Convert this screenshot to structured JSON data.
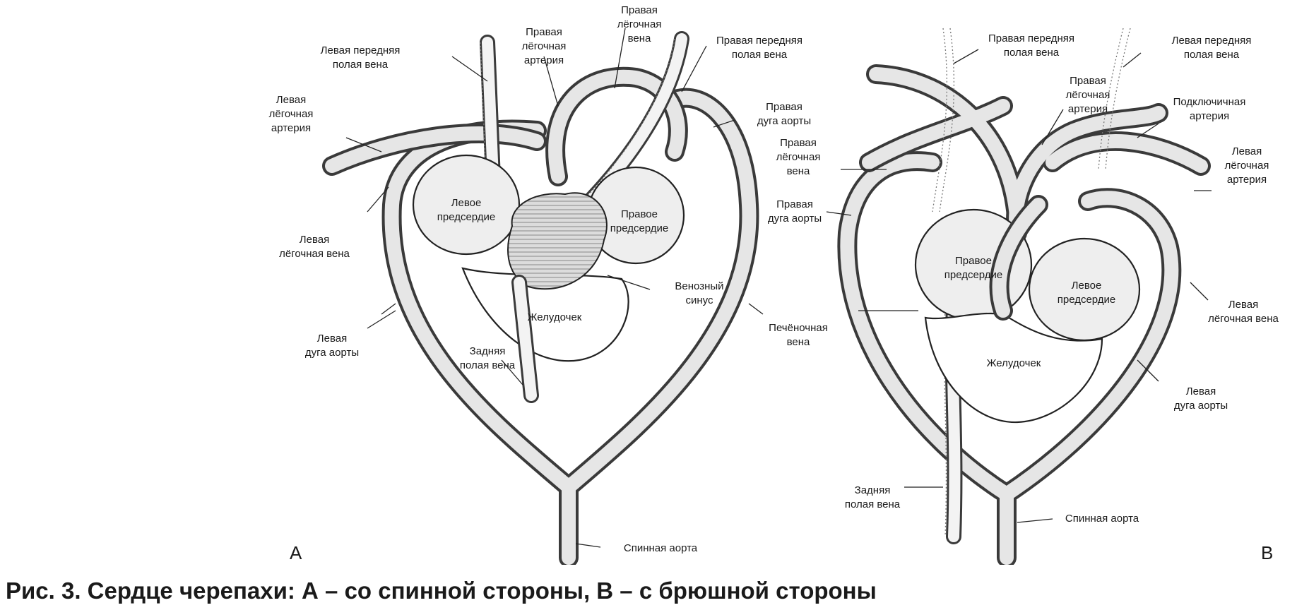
{
  "caption": "Рис. 3. Сердце черепахи: А – со спинной стороны, В – с брюшной стороны",
  "panel_a": {
    "letter": "А",
    "labels": {
      "left_anterior_vena_cava": [
        "Левая передняя",
        "полая вена"
      ],
      "right_pulmonary_artery": [
        "Правая",
        "лёгочная",
        "артерия"
      ],
      "right_pulmonary_vein": [
        "Правая",
        "лёгочная",
        "вена"
      ],
      "right_anterior_vena_cava": [
        "Правая передняя",
        "полая вена"
      ],
      "left_pulmonary_artery": [
        "Левая",
        "лёгочная",
        "артерия"
      ],
      "right_aortic_arch": [
        "Правая",
        "дуга аорты"
      ],
      "left_atrium": [
        "Левое",
        "предсердие"
      ],
      "right_atrium": [
        "Правое",
        "предсердие"
      ],
      "left_pulmonary_vein": [
        "Левая",
        "лёгочная вена"
      ],
      "venous_sinus": [
        "Венозный",
        "синус"
      ],
      "ventricle": [
        "Желудочек"
      ],
      "left_aortic_arch": [
        "Левая",
        "дуга аорты"
      ],
      "posterior_vena_cava": [
        "Задняя",
        "полая вена"
      ],
      "dorsal_aorta": [
        "Спинная аорта"
      ]
    }
  },
  "panel_b": {
    "letter": "В",
    "labels": {
      "right_anterior_vena_cava": [
        "Правая передняя",
        "полая вена"
      ],
      "left_anterior_vena_cava": [
        "Левая передняя",
        "полая вена"
      ],
      "right_pulmonary_artery": [
        "Правая",
        "лёгочная",
        "артерия"
      ],
      "subclavian_artery": [
        "Подключичная",
        "артерия"
      ],
      "right_pulmonary_vein": [
        "Правая",
        "лёгочная",
        "вена"
      ],
      "left_pulmonary_artery": [
        "Левая",
        "лёгочная",
        "артерия"
      ],
      "right_aortic_arch": [
        "Правая",
        "дуга аорты"
      ],
      "right_atrium": [
        "Правое",
        "предсердие"
      ],
      "left_atrium": [
        "Левое",
        "предсердие"
      ],
      "hepatic_vein": [
        "Печёночная",
        "вена"
      ],
      "left_pulmonary_vein": [
        "Левая",
        "лёгочная вена"
      ],
      "ventricle": [
        "Желудочек"
      ],
      "left_aortic_arch": [
        "Левая",
        "дуга аорты"
      ],
      "posterior_vena_cava": [
        "Задняя",
        "полая вена"
      ],
      "dorsal_aorta": [
        "Спинная аорта"
      ]
    }
  }
}
